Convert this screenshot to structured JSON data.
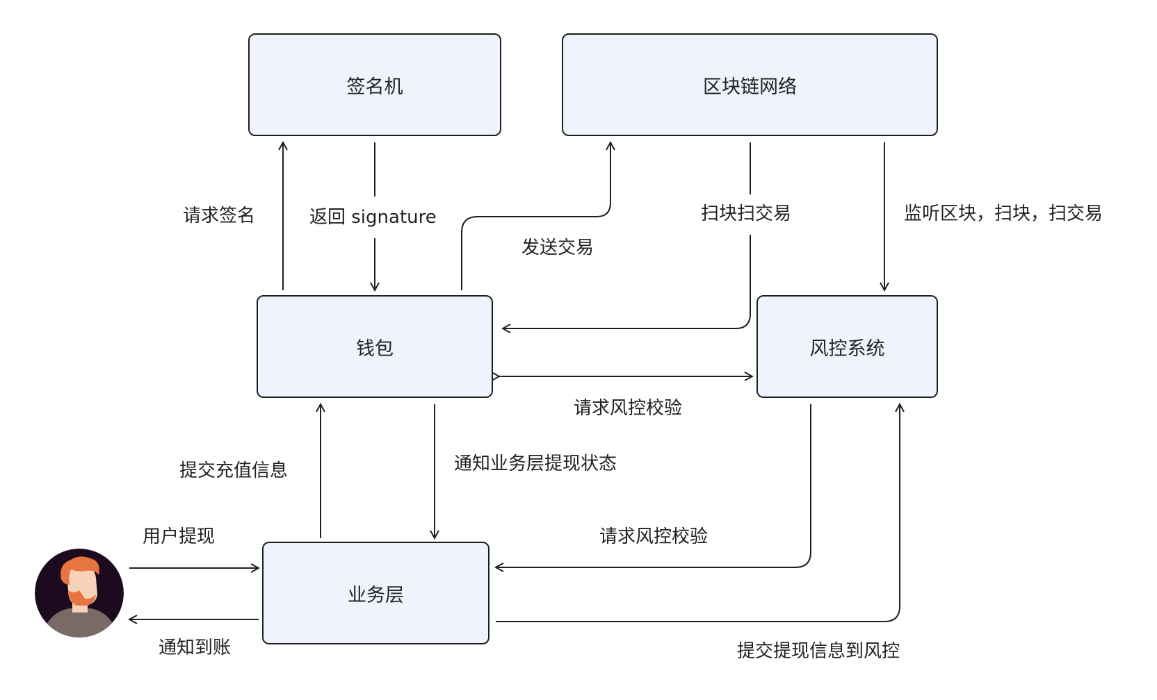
{
  "nodes": {
    "signer": "签名机",
    "blockchain": "区块链网络",
    "wallet": "钱包",
    "risk_control": "风控系统",
    "business": "业务层"
  },
  "edges": {
    "request_signature": "请求签名",
    "return_signature": "返回 signature",
    "send_transaction": "发送交易",
    "scan_blocks": "扫块扫交易",
    "monitor_blocks": "监听区块，扫块，扫交易",
    "wallet_risk_check": "请求风控校验",
    "submit_deposit": "提交充值信息",
    "notify_withdraw_status": "通知业务层提现状态",
    "business_risk_check": "请求风控校验",
    "submit_withdraw_to_risk": "提交提现信息到风控",
    "user_withdraw": "用户提现",
    "notify_arrival": "通知到账"
  },
  "colors": {
    "node_fill": "#eef3fd",
    "stroke": "#1f1f1f",
    "avatar_bg": "#1c0b1f",
    "avatar_hair": "#e8743f",
    "avatar_skin": "#f6d2b8",
    "avatar_shirt": "#7a6a66"
  }
}
